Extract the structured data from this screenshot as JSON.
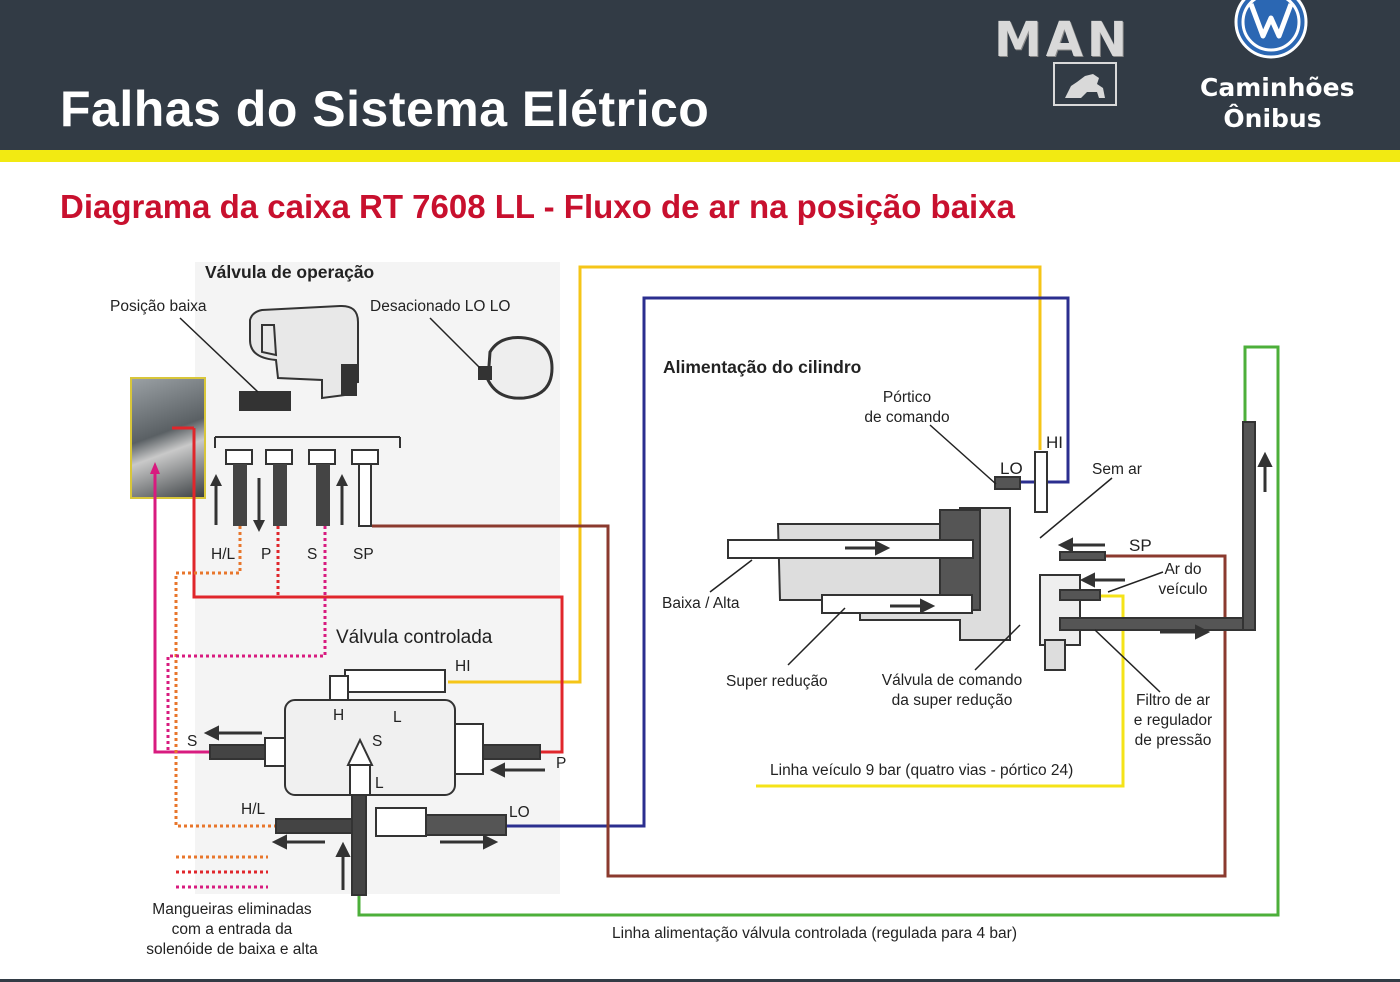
{
  "header": {
    "title": "Falhas do Sistema Elétrico",
    "brand_man": "MAN",
    "brand_vw_line1": "Caminhões",
    "brand_vw_line2": "Ônibus"
  },
  "subtitle": "Diagrama da caixa RT 7608 LL - Fluxo de ar na posição baixa",
  "labels": {
    "operation_valve": "Válvula de operação",
    "low_position": "Posição baixa",
    "disengaged": "Desacionado LO LO",
    "port_hl": "H/L",
    "port_p": "P",
    "port_s": "S",
    "port_sp": "SP",
    "controlled_valve": "Válvula controlada",
    "cv_hi": "HI",
    "cv_h": "H",
    "cv_l": "L",
    "cv_s_left": "S",
    "cv_s_center": "S",
    "cv_l_center": "L",
    "cv_p": "P",
    "cv_hl": "H/L",
    "cv_lo": "LO",
    "eliminated_1": "Mangueiras eliminadas",
    "eliminated_2": "com a entrada da",
    "eliminated_3": "solenóide de baixa e alta",
    "cylinder_supply": "Alimentação do cilindro",
    "command_port_1": "Pórtico",
    "command_port_2": "de comando",
    "cyl_hi": "HI",
    "cyl_lo": "LO",
    "no_air": "Sem ar",
    "cyl_sp": "SP",
    "vehicle_air_1": "Ar do",
    "vehicle_air_2": "veículo",
    "low_high": "Baixa / Alta",
    "super_reduction": "Super redução",
    "sr_valve_1": "Válvula de comando",
    "sr_valve_2": "da super redução",
    "filter_1": "Filtro de ar",
    "filter_2": "e regulador",
    "filter_3": "de pressão",
    "vehicle_line": "Linha veículo 9 bar (quatro vias - pórtico 24)",
    "supply_line": "Linha alimentação válvula controlada (regulada para 4 bar)"
  },
  "colors": {
    "header_bg": "#323b45",
    "stripe": "#f2ea12",
    "subtitle": "#c8102e",
    "line_yellow": "#f5c518",
    "line_blue": "#2b2f8f",
    "line_red": "#e0262b",
    "line_brown": "#8b3a2e",
    "line_green": "#4caf3a",
    "line_magenta": "#d81b7f",
    "dotted_orange": "#e8762b",
    "dotted_red": "#e0262b",
    "dotted_magenta": "#d81b7f"
  },
  "icons": [
    "man-lion-icon",
    "vw-logo-icon"
  ]
}
